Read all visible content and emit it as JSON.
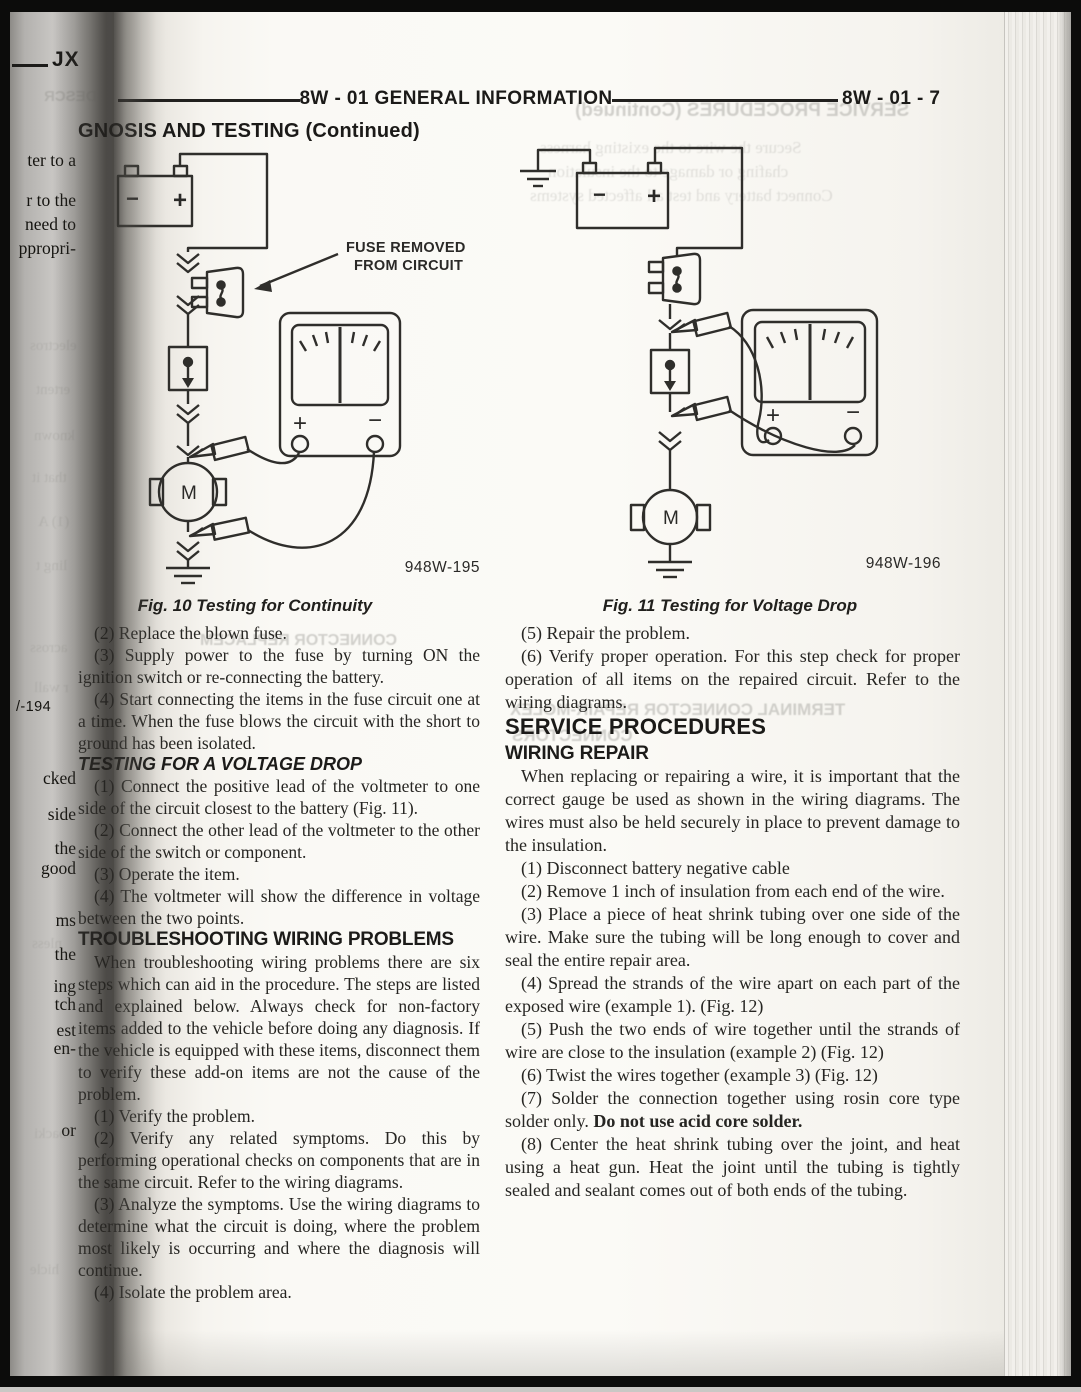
{
  "header": {
    "left_code": "JX",
    "title": "8W - 01 GENERAL INFORMATION",
    "page_number": "8W - 01 - 7",
    "section_heading": "GNOSIS AND TESTING (Continued)"
  },
  "figures": {
    "fig10": {
      "caption": "Fig. 10 Testing for Continuity",
      "callout_line1": "FUSE REMOVED",
      "callout_line2": "FROM CIRCUIT",
      "ref": "948W-195",
      "battery_minus": "−",
      "battery_plus": "+",
      "meter_plus": "+",
      "meter_minus": "−",
      "motor_label": "M"
    },
    "fig11": {
      "caption": "Fig. 11 Testing for Voltage Drop",
      "ref": "948W-196",
      "battery_minus": "−",
      "battery_plus": "+",
      "meter_plus": "+",
      "meter_minus": "−",
      "motor_label": "M"
    }
  },
  "left_column": {
    "intro_steps": [
      "(2) Replace the blown fuse.",
      "(3) Supply power to the fuse by turning ON the ignition switch or re-connecting the battery.",
      "(4) Start connecting the items in the fuse circuit one at a time. When the fuse blows the circuit with the short to ground has been isolated."
    ],
    "voltage_heading": "TESTING FOR A VOLTAGE DROP",
    "voltage_steps": [
      "(1) Connect the positive lead of the voltmeter to one side of the circuit closest to the battery (Fig. 11).",
      "(2) Connect the other lead of the voltmeter to the other side of the switch or component.",
      "(3) Operate the item.",
      "(4) The voltmeter will show the difference in voltage between the two points."
    ],
    "troubleshooting_heading": "TROUBLESHOOTING WIRING PROBLEMS",
    "troubleshooting_intro": "When troubleshooting wiring problems there are six steps which can aid in the procedure. The steps are listed and explained below. Always check for non-factory items added to the vehicle before doing any diagnosis. If the vehicle is equipped with these items, disconnect them to verify these add-on items are not the cause of the problem.",
    "troubleshooting_steps": [
      "(1) Verify the problem.",
      "(2) Verify any related symptoms. Do this by performing operational checks on components that are in the same circuit. Refer to the wiring diagrams.",
      "(3) Analyze the symptoms. Use the wiring diagrams to determine what the circuit is doing, where the problem most likely is occurring and where the diagnosis will continue.",
      "(4) Isolate the problem area."
    ]
  },
  "right_column": {
    "steps_5_6": [
      "(5) Repair the problem.",
      "(6) Verify proper operation. For this step check for proper operation of all items on the repaired circuit. Refer to the wiring diagrams."
    ],
    "service_heading": "SERVICE PROCEDURES",
    "wiring_heading": "WIRING REPAIR",
    "wiring_intro": "When replacing or repairing a wire, it is important that the correct gauge be used as shown in the wiring diagrams. The wires must also be held securely in place to prevent damage to the insulation.",
    "wiring_steps": [
      "(1) Disconnect battery negative cable",
      "(2) Remove 1 inch of insulation from each end of the wire.",
      "(3) Place a piece of heat shrink tubing over one side of the wire. Make sure the tubing will be long enough to cover and seal the entire repair area.",
      "(4) Spread the strands of the wire apart on each part of the exposed wire (example 1). (Fig. 12)",
      "(5) Push the two ends of wire together until the strands of wire are close to the insulation (example 2) (Fig. 12)",
      "(6) Twist the wires together (example 3) (Fig. 12)"
    ],
    "step7_text": "(7) Solder the connection together using rosin core type solder only. ",
    "step7_bold": "Do not use acid core solder.",
    "step8": "(8) Center the heat shrink tubing over the joint, and heat using a heat gun. Heat the joint until the tubing is tightly sealed and sealant comes out of both ends of the tubing."
  },
  "gutter_fragments": [
    "ter to a",
    "r to the",
    "need to",
    "ppropri-",
    "/-194",
    "cked",
    "side",
    "the",
    "good",
    "ms",
    "the",
    "ing",
    "tch",
    "est",
    "en-",
    "or"
  ],
  "ghosts": [
    "SERVICE PROCEDURES (Continued)",
    "Secure the wire to the existing harness",
    "chafing or damage to the insulation",
    "Connect battery and test all affected systems",
    "TERMINAL CONNECTOR REPAIR-MOLEX",
    "CONNECTORS",
    "CONNECTOR REPLACEM",
    "DESCR",
    "electros",
    "ertent",
    "known",
    "that it",
    "(1) A",
    "ling t",
    "across",
    "r wall",
    "nless",
    "backi",
    "hicle"
  ]
}
